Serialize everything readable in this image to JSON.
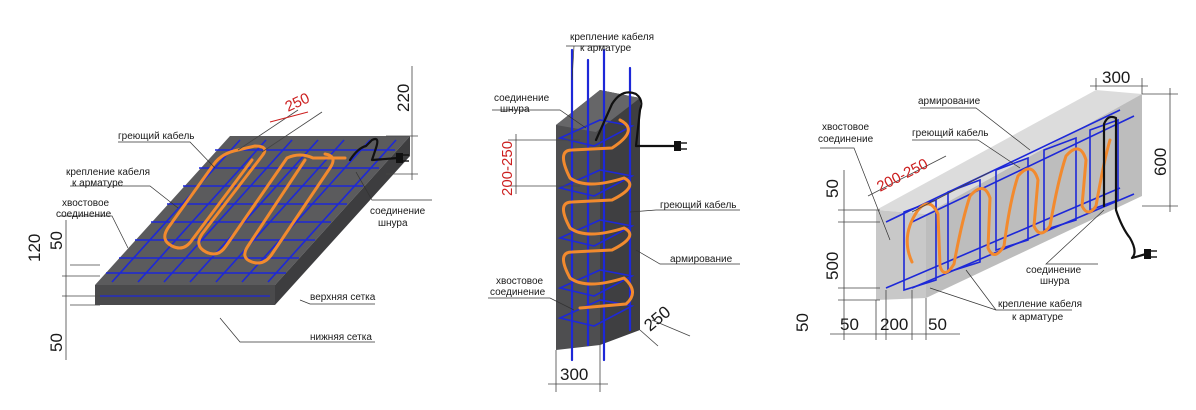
{
  "colors": {
    "concrete_top": "#5b5b5d",
    "concrete_front": "#4a4a4c",
    "concrete_side": "#3d3d3f",
    "beam_light": "#cfcfcf",
    "rebar": "#1d28d8",
    "cable": "#f28a2e",
    "cord": "#111111",
    "dim_red": "#cc1f1f"
  },
  "slab": {
    "labels": {
      "heating_cable": "греющий кабель",
      "cable_mount_l1": "крепление кабеля",
      "cable_mount_l2": "к арматуре",
      "tail_l1": "хвостовое",
      "tail_l2": "соединение",
      "cord_l1": "соединение",
      "cord_l2": "шнура",
      "top_mesh": "верхняя сетка",
      "bottom_mesh": "нижняя сетка"
    },
    "dims": {
      "spacing": "250",
      "cord_height": "220",
      "thickness": "120",
      "cover_top": "50",
      "cover_bottom": "50"
    }
  },
  "column": {
    "labels": {
      "mount_l1": "крепление кабеля",
      "mount_l2": "к арматуре",
      "cord_l1": "соединение",
      "cord_l2": "шнура",
      "heating_cable": "греющий кабель",
      "reinforcement": "армирование",
      "tail_l1": "хвостовое",
      "tail_l2": "соединение"
    },
    "dims": {
      "pitch": "200-250",
      "depth": "250",
      "width": "300"
    }
  },
  "beam": {
    "labels": {
      "tail_l1": "хвостовое",
      "tail_l2": "соединение",
      "reinforcement": "армирование",
      "heating_cable": "греющий кабель",
      "cord_l1": "соединение",
      "cord_l2": "шнура",
      "mount_l1": "крепление кабеля",
      "mount_l2": "к арматуре"
    },
    "dims": {
      "width": "300",
      "height": "600",
      "pitch": "200-250",
      "top_cover": "50",
      "mid": "500",
      "bottom_cover": "50",
      "w1": "50",
      "w2": "200",
      "w3": "50"
    }
  }
}
